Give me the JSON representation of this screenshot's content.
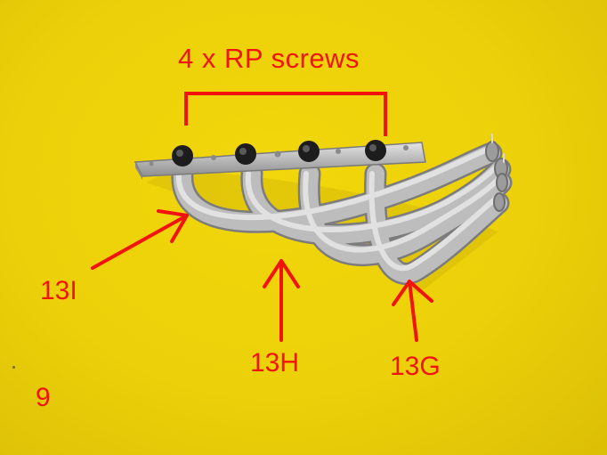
{
  "scene": {
    "subject": "manifold-part",
    "background_color": "#ecd009",
    "annotation_color": "#f0140c",
    "metal_color": "#bcbcbc"
  },
  "labels": {
    "screws": "4 x RP screws",
    "part_13i": "13I",
    "part_13h": "13H",
    "part_13g": "13G",
    "page_number": "9"
  },
  "icons": {
    "bracket": "bracket-icon",
    "arrow": "arrow-icon",
    "screw": "screw-head-icon"
  }
}
